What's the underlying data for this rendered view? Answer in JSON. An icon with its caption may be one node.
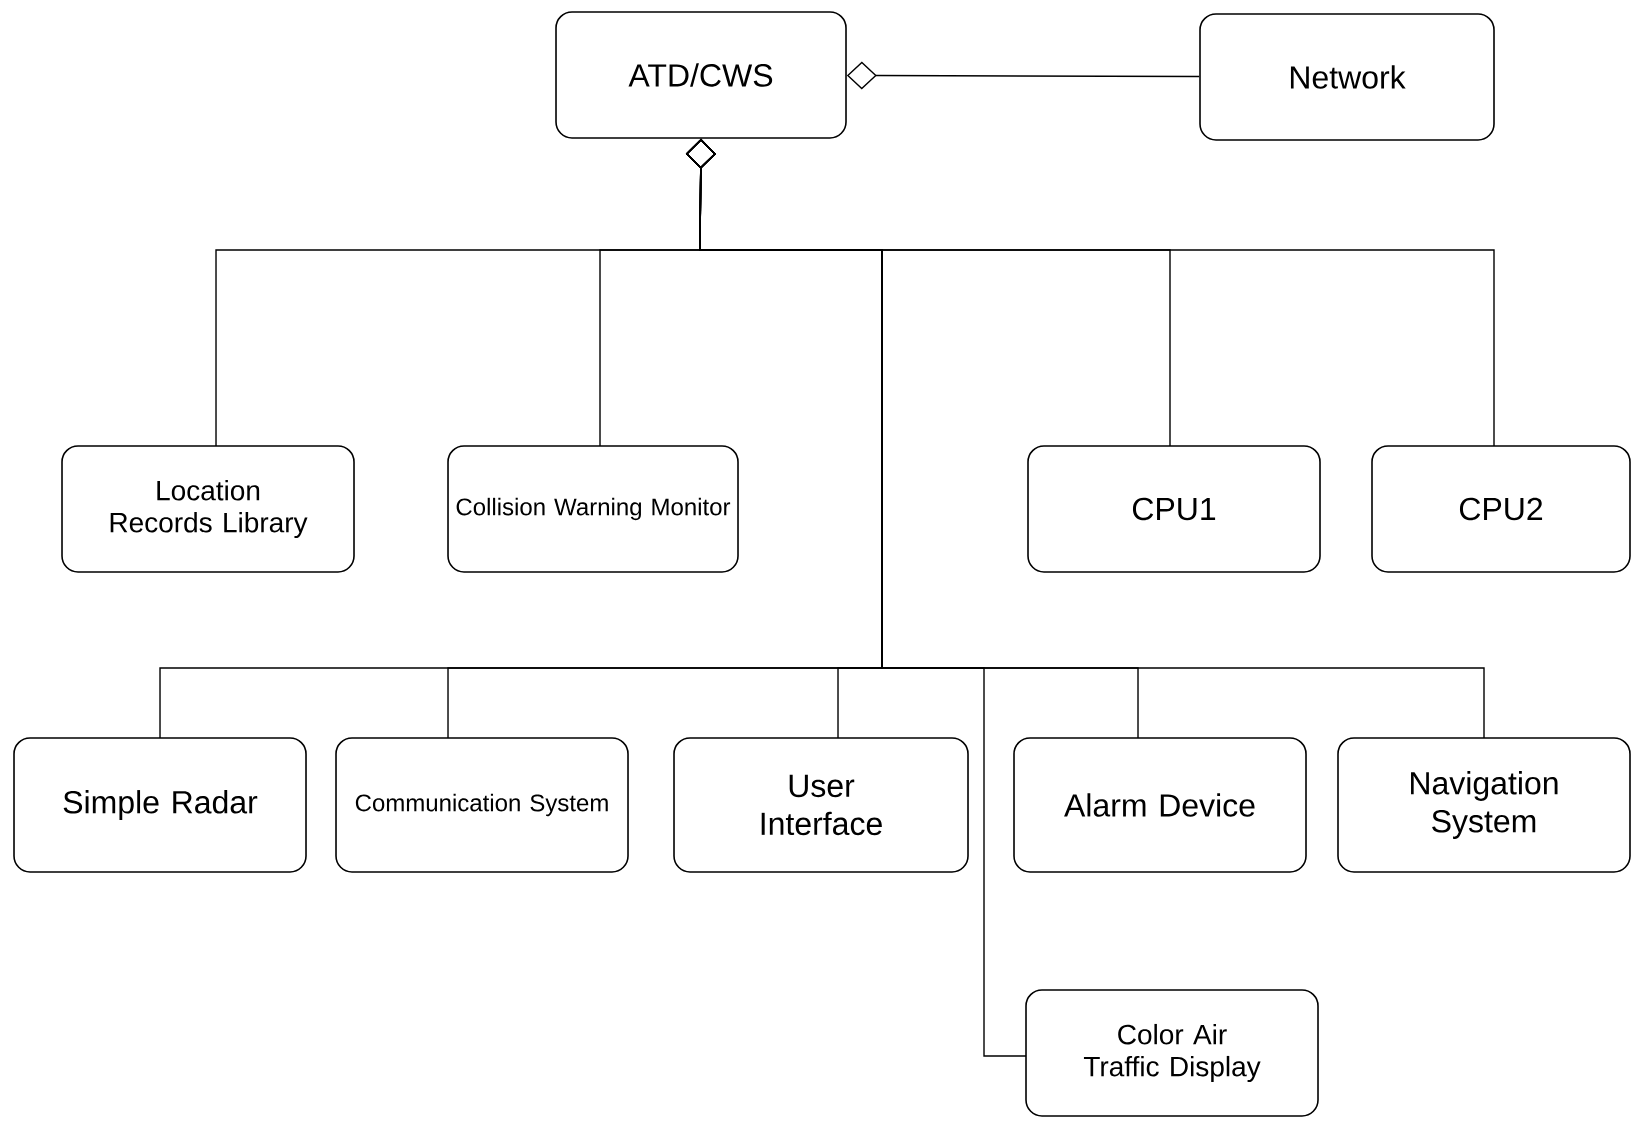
{
  "diagram": {
    "nodes": [
      {
        "text": [
          "ATD/CWS"
        ]
      },
      {
        "text": [
          "Network"
        ]
      },
      {
        "text": [
          "Location Records Library"
        ]
      },
      {
        "text": [
          "Collision Warning Monitor"
        ]
      },
      {
        "text": [
          "CPU1"
        ]
      },
      {
        "text": [
          "CPU2"
        ]
      },
      {
        "text": [
          "Simple Radar"
        ]
      },
      {
        "text": [
          "Communication System"
        ]
      },
      {
        "text": [
          "User Interface"
        ]
      },
      {
        "text": [
          "Alarm Device"
        ]
      },
      {
        "text": [
          "Navigation System"
        ]
      },
      {
        "text": [
          "Color Air Traffic Display"
        ]
      }
    ],
    "edges": [
      {
        "from": 0,
        "to": 1,
        "arrow": "other"
      },
      {
        "from": 0,
        "to": 2,
        "arrow": "other"
      },
      {
        "from": 0,
        "to": 3,
        "arrow": "other"
      },
      {
        "from": 0,
        "to": 4,
        "arrow": "other"
      },
      {
        "from": 0,
        "to": 5,
        "arrow": "other"
      },
      {
        "from": 0,
        "to": 6,
        "arrow": "other"
      },
      {
        "from": 0,
        "to": 7,
        "arrow": "other"
      },
      {
        "from": 0,
        "to": 8,
        "arrow": "other"
      },
      {
        "from": 0,
        "to": 9,
        "arrow": "other"
      },
      {
        "from": 0,
        "to": 10,
        "arrow": "other"
      },
      {
        "from": 0,
        "to": 11,
        "arrow": "other"
      }
    ]
  }
}
